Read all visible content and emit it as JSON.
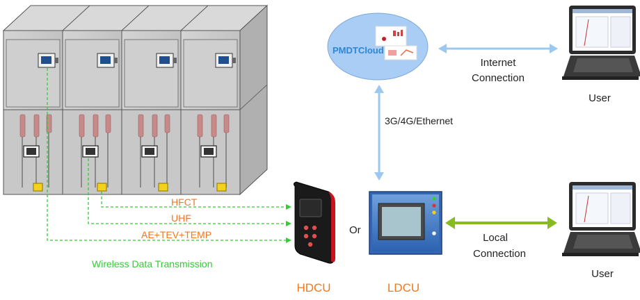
{
  "cloud": {
    "label": "PMDTCloud"
  },
  "links": {
    "internet_line1": "Internet",
    "internet_line2": "Connection",
    "uplink": "3G/4G/Ethernet",
    "local_line1": "Local",
    "local_line2": "Connection"
  },
  "users": {
    "top": "User",
    "bottom": "User"
  },
  "signals": {
    "hfct": "HFCT",
    "uhf": "UHF",
    "ae": "AE+TEV+TEMP",
    "wireless": "Wireless Data Transmission"
  },
  "devices": {
    "or": "Or",
    "hdcu": "HDCU",
    "ldcu": "LDCU"
  },
  "colors": {
    "accent_orange": "#f07820",
    "wireless_green": "#33cc33",
    "local_green": "#88bb22",
    "link_blue": "#9cc8f0",
    "cloud_fill": "#a9cdf5",
    "cloud_text": "#2e86d6",
    "sensor_yellow": "#f2d21a"
  }
}
